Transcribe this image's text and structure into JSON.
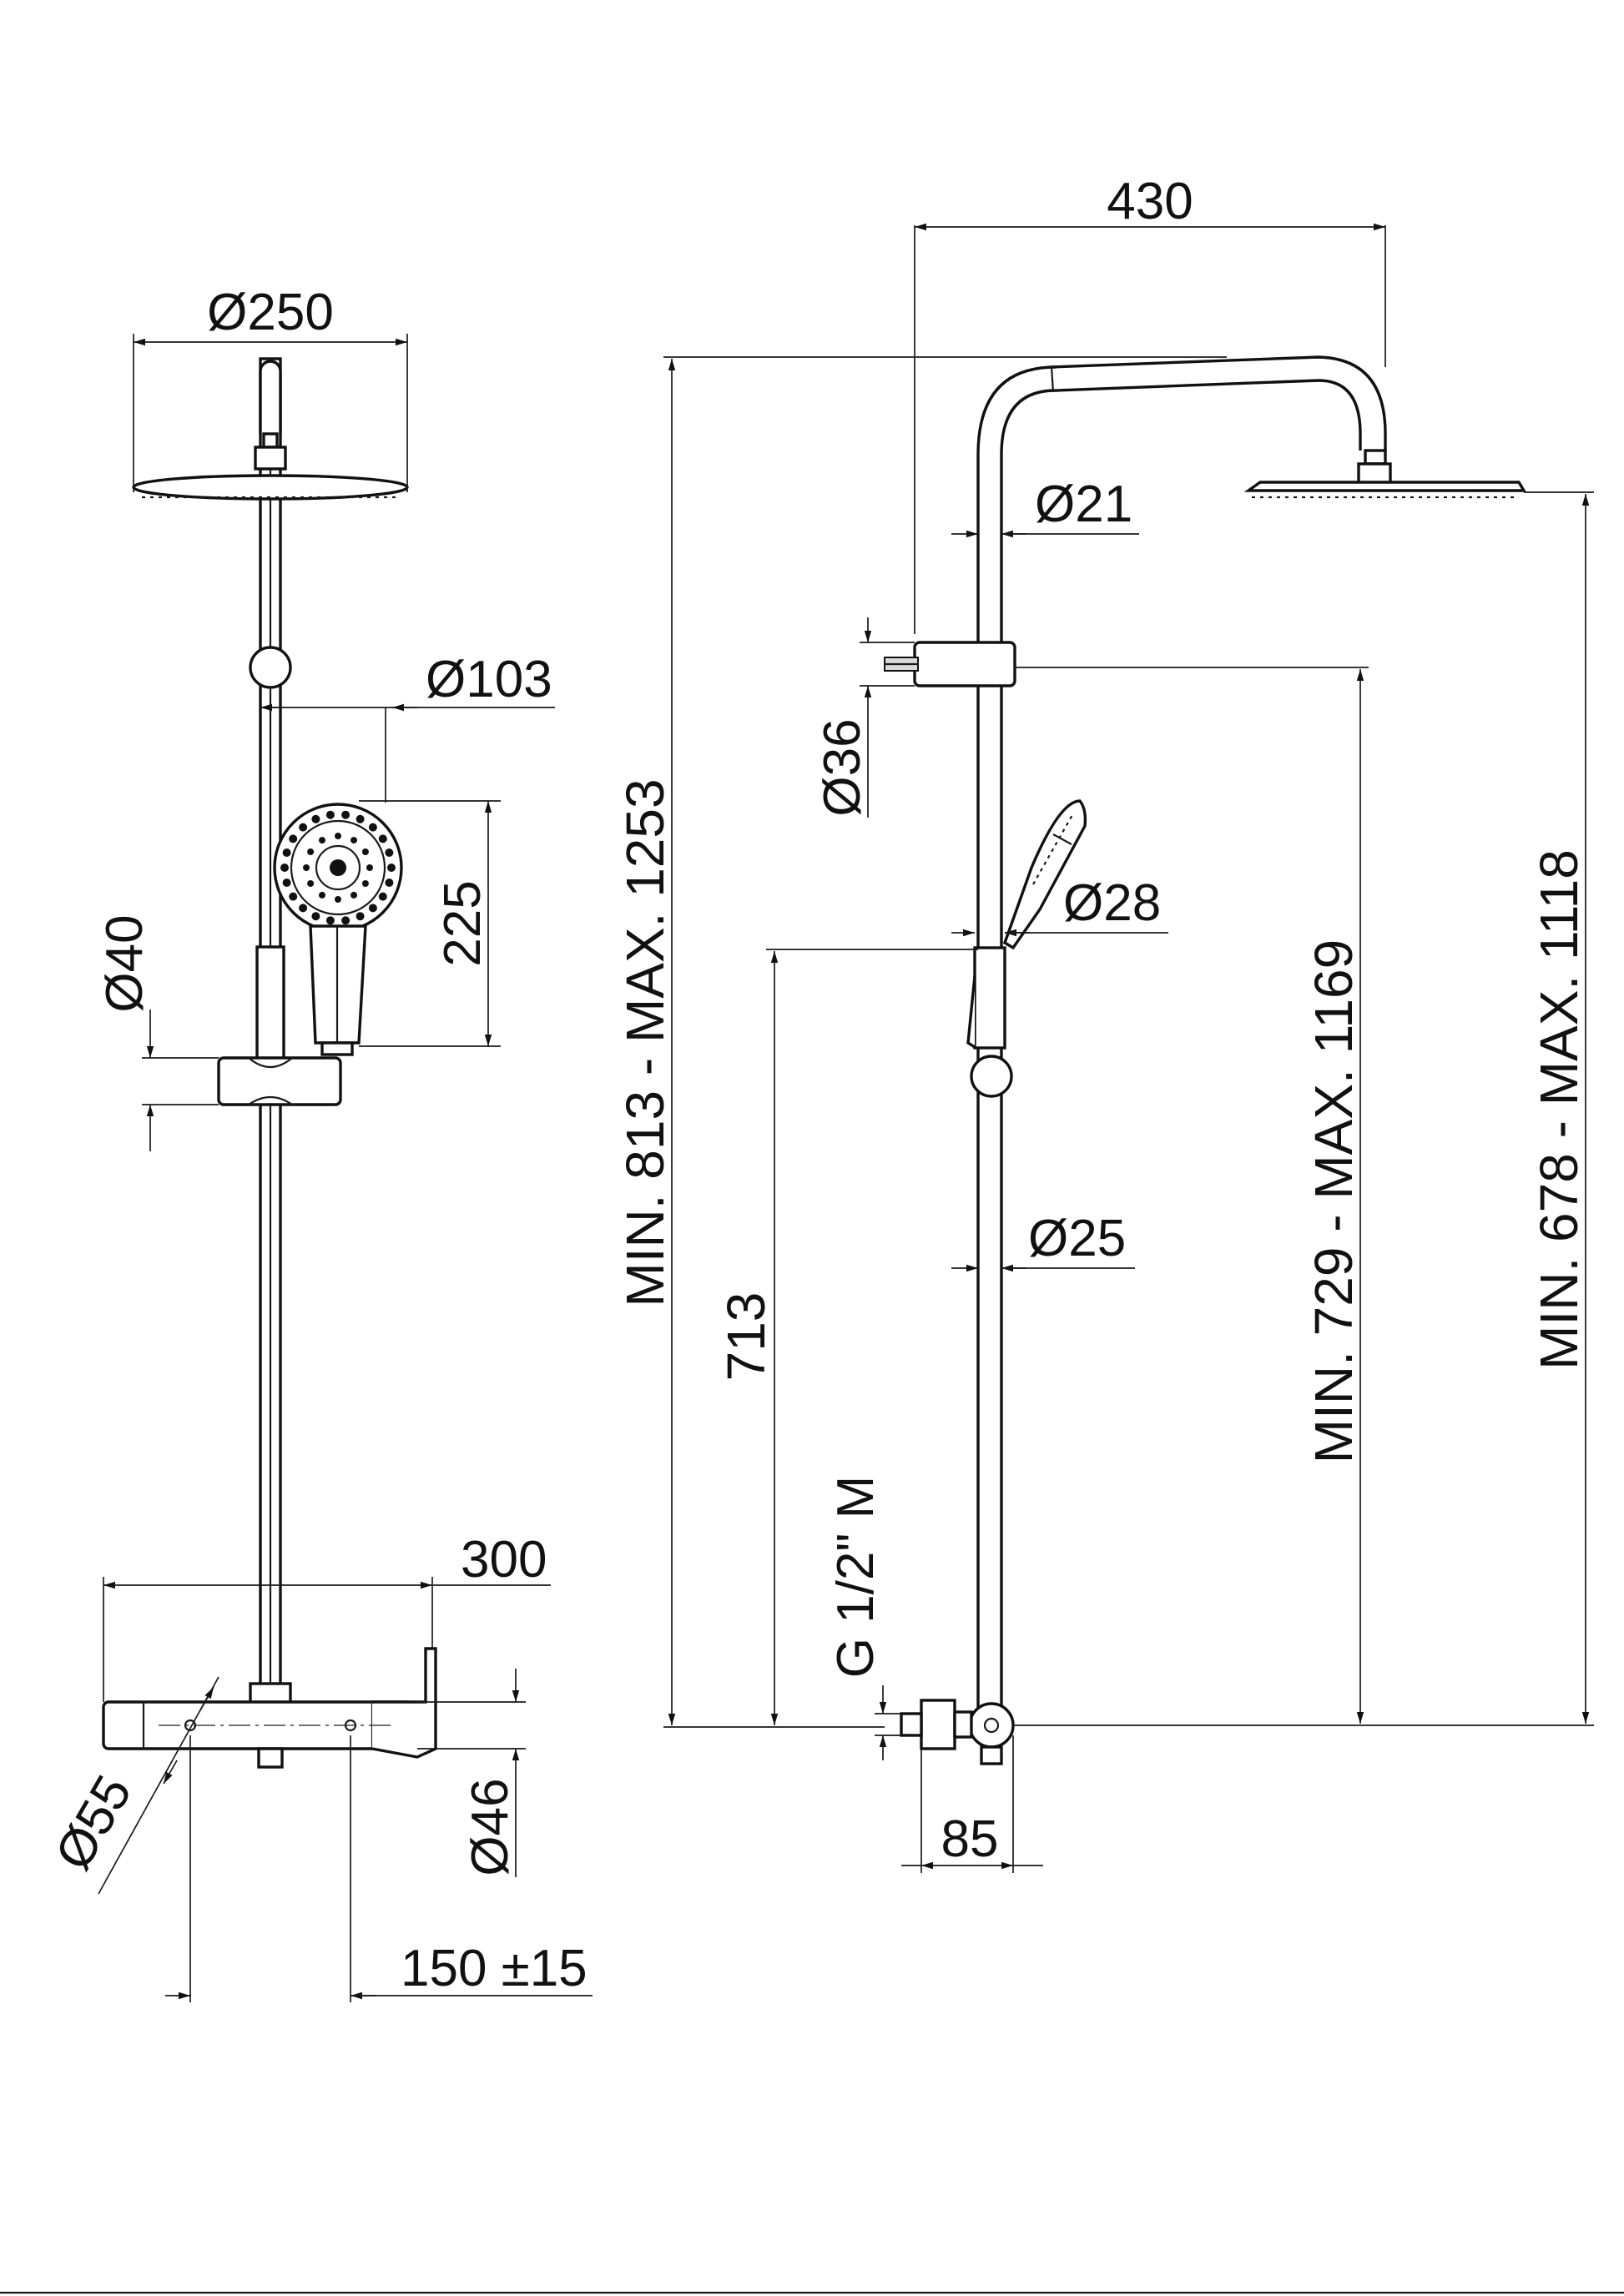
{
  "front_view": {
    "dim_head_diameter": "Ø250",
    "dim_hand_shower_diameter": "Ø103",
    "dim_hand_shower_length": "225",
    "dim_holder_diameter": "Ø40",
    "dim_mixer_width": "300",
    "dim_knob_diameter": "Ø55",
    "dim_mixer_body_diameter": "Ø46",
    "dim_inlet_spacing": "150 ±15"
  },
  "side_view": {
    "dim_arm_projection": "430",
    "dim_upper_pipe_diameter": "Ø21",
    "dim_slider_diameter": "Ø36",
    "dim_lower_pipe_diameter": "Ø28",
    "dim_rail_diameter": "Ø25",
    "dim_overall_height": "MIN. 813 - MAX. 1253",
    "dim_fixed_height": "713",
    "dim_connection_thread": "G 1/2\" M",
    "dim_wall_offset": "85",
    "dim_slider_height": "MIN. 729 - MAX. 1169",
    "dim_head_height": "MIN. 678 - MAX. 1118"
  }
}
